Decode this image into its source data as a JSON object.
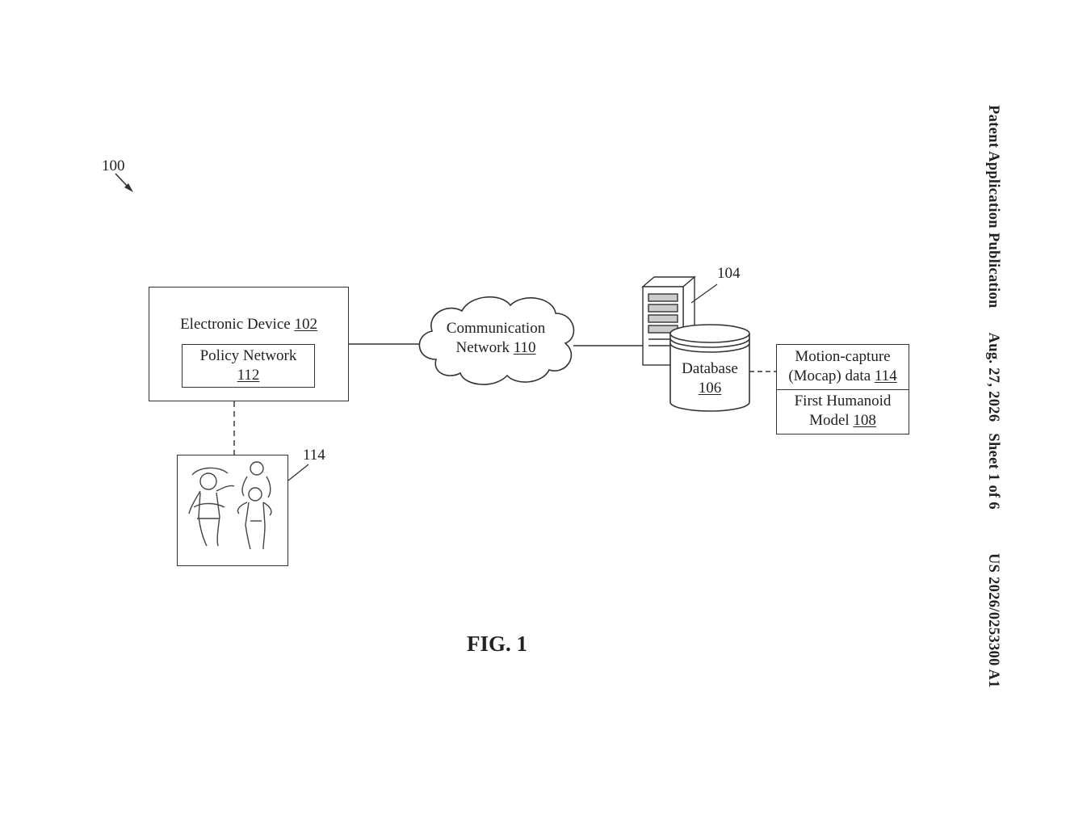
{
  "header": {
    "publication_label": "Patent Application Publication",
    "date": "Aug. 27, 2026",
    "sheet": "Sheet 1 of 6",
    "publication_number": "US 2026/0253300 A1"
  },
  "figure": {
    "ref_main": "100",
    "caption": "FIG. 1",
    "electronic_device": {
      "label": "Electronic Device",
      "ref": "102"
    },
    "policy_network": {
      "label": "Policy Network",
      "ref": "112"
    },
    "communication_network": {
      "line1": "Communication",
      "line2": "Network",
      "ref": "110"
    },
    "server": {
      "ref": "104"
    },
    "database": {
      "label": "Database",
      "ref": "106"
    },
    "mocap_data": {
      "line1": "Motion-capture",
      "line2": "(Mocap) data",
      "ref": "114"
    },
    "humanoid_model": {
      "line1": "First Humanoid",
      "line2": "Model",
      "ref": "108"
    },
    "image_panel": {
      "ref": "114"
    }
  }
}
